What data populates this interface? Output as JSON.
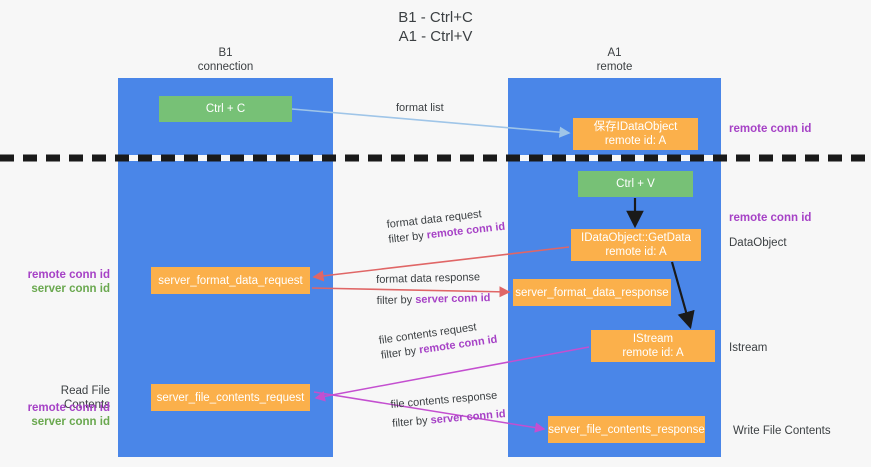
{
  "title": {
    "line1": "B1 - Ctrl+C",
    "line2": "A1 - Ctrl+V"
  },
  "columns": [
    {
      "name": "B1",
      "sub": "connection"
    },
    {
      "name": "A1",
      "sub": "remote"
    }
  ],
  "nodes": {
    "ctrl_c": {
      "label": "Ctrl + C",
      "color": "#77c176"
    },
    "ctrl_v": {
      "label": "Ctrl + V",
      "color": "#77c176"
    },
    "save_idataobject": {
      "line1": "保存IDataObject",
      "line2": "remote id: A",
      "color": "#fbb04b"
    },
    "getdata": {
      "line1": "IDataObject::GetData",
      "line2": "remote id: A",
      "color": "#fbb04b"
    },
    "istream": {
      "line1": "IStream",
      "line2": "remote id: A",
      "color": "#fbb04b"
    },
    "server_format_data_request": {
      "label": "server_format_data_request",
      "color": "#fbb04b"
    },
    "server_format_data_response": {
      "label": "server_format_data_response",
      "color": "#fbb04b"
    },
    "server_file_contents_request": {
      "label": "server_file_contents_request",
      "color": "#fbb04b"
    },
    "server_file_contents_response": {
      "label": "server_file_contents_response",
      "color": "#fbb04b"
    }
  },
  "edges": {
    "format_list": {
      "label": "format list",
      "color": "#9fc5e8"
    },
    "format_data_request": {
      "line1": "format data request",
      "prefix": "filter by ",
      "highlight": "remote conn id",
      "color": "#e06666"
    },
    "format_data_response": {
      "line1": "format data response",
      "prefix": "filter by ",
      "highlight": "server conn id",
      "color": "#e06666"
    },
    "file_contents_request": {
      "line1": "file contents request",
      "prefix": "filter by ",
      "highlight": "remote conn id",
      "color": "#c44fd0"
    },
    "file_contents_response": {
      "line1": "file contents response",
      "prefix": "filter by ",
      "highlight": "server conn id",
      "color": "#c44fd0"
    }
  },
  "annotations": {
    "right_remote_conn_id_top": "remote conn id",
    "right_remote_conn_id_mid": "remote conn id",
    "right_dataobject": "DataObject",
    "right_istream": "Istream",
    "right_write_file_contents": "Write File Contents",
    "left_remote_conn_id_1": "remote conn id",
    "left_server_conn_id_1": "server conn id",
    "left_read_file_contents": "Read File Contents",
    "left_remote_conn_id_2": "remote conn id",
    "left_server_conn_id_2": "server conn id"
  },
  "colors": {
    "lane": "#4a86e8",
    "green_node": "#77c176",
    "orange_node": "#fbb04b",
    "purple_text": "#a642c6",
    "green_text": "#6aa84f",
    "red_arrow": "#e06666",
    "magenta_arrow": "#c44fd0",
    "blue_arrow": "#9fc5e8",
    "divider": "#1a1a1a",
    "background": "#f7f7f7"
  }
}
